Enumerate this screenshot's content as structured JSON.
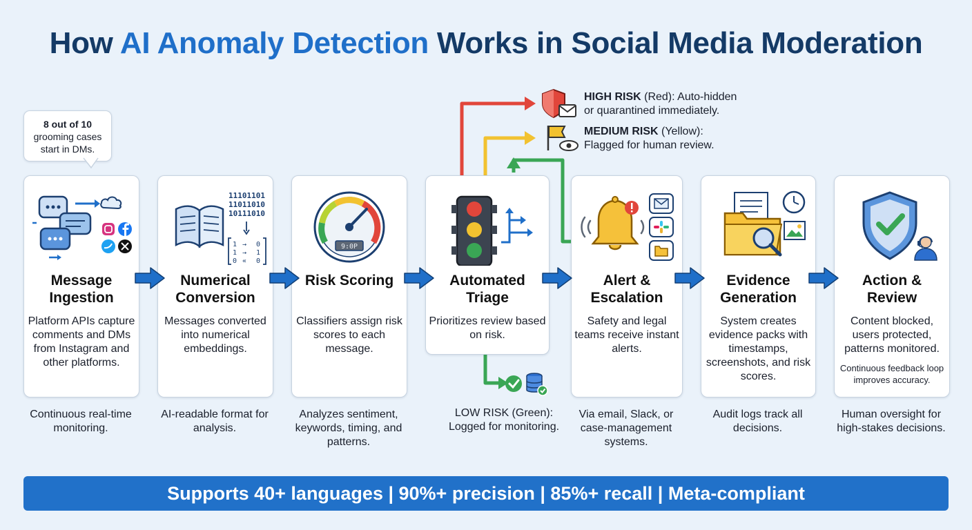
{
  "title": {
    "pre": "How ",
    "highlight": "AI Anomaly Detection",
    "post": " Works in Social Media Moderation"
  },
  "callout": {
    "bold": "8 out of 10",
    "rest": "grooming cases start in DMs."
  },
  "steps": [
    {
      "title": "Message Ingestion",
      "desc": "Platform APIs capture comments and DMs from Instagram and other platforms.",
      "below": "Continuous real-time monitoring."
    },
    {
      "title": "Numerical Conversion",
      "desc": "Messages converted into numerical embeddings.",
      "below": "AI-readable format for analysis.",
      "binary": [
        "11101101",
        "11011010",
        "10111010"
      ],
      "matrix": [
        "1",
        "→",
        "0",
        "1",
        "→",
        "1",
        "0",
        "«",
        "0"
      ]
    },
    {
      "title": "Risk Scoring",
      "desc": "Classifiers assign risk scores to each message.",
      "below": "Analyzes sentiment, keywords, timing, and patterns.",
      "gauge_readout": "9:0P"
    },
    {
      "title": "Automated Triage",
      "desc": "Prioritizes review based on risk."
    },
    {
      "title": "Alert & Escalation",
      "desc": "Safety and legal teams receive instant alerts.",
      "below": "Via email, Slack, or case-management systems."
    },
    {
      "title": "Evidence Generation",
      "desc": "System creates evidence packs with timestamps, screenshots, and risk scores.",
      "below": "Audit logs track all decisions."
    },
    {
      "title": "Action & Review",
      "desc": "Content blocked, users protected, patterns monitored.",
      "note": "Continuous feedback loop improves accuracy.",
      "below": "Human oversight for high-stakes decisions."
    }
  ],
  "risks": {
    "high": {
      "label": "HIGH RISK",
      "color_word": "(Red):",
      "text": "Auto-hidden or quarantined immediately."
    },
    "medium": {
      "label": "MEDIUM RISK",
      "color_word": "(Yellow):",
      "text": "Flagged for human review."
    },
    "low": {
      "label": "LOW RISK (Green):",
      "text": "Logged for monitoring."
    }
  },
  "banner": "Supports 40+ languages | 90%+ precision | 85%+ recall | Meta-compliant",
  "colors": {
    "title": "#143a66",
    "accent": "#1f6fc9",
    "red": "#e1463b",
    "yellow": "#f2c230",
    "green": "#3aa655",
    "banner": "#2171c9"
  }
}
